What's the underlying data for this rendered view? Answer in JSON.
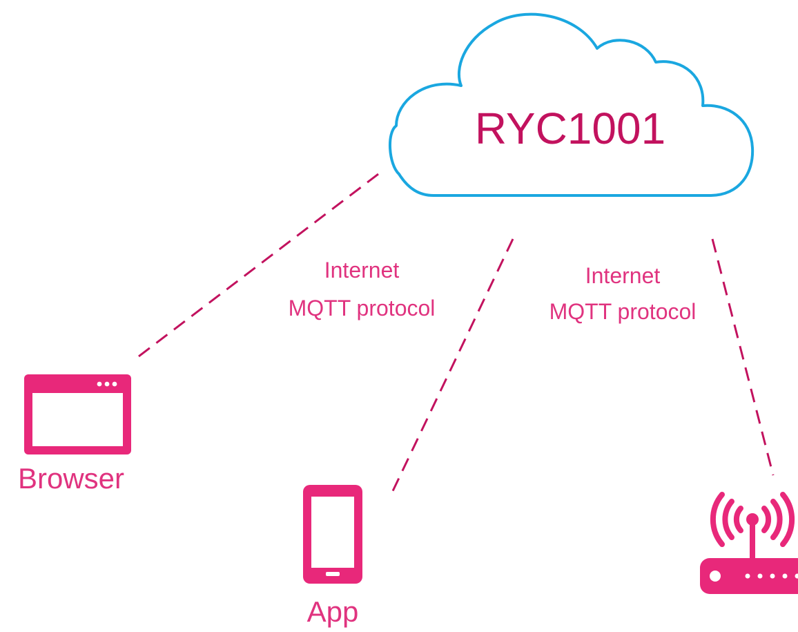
{
  "colors": {
    "cloud_stroke": "#1aa7e0",
    "magenta_dark": "#c2125e",
    "magenta": "#e8287a",
    "label_pink": "#e0337f"
  },
  "cloud": {
    "title": "RYC1001",
    "icon": "cloud-icon"
  },
  "connections": [
    {
      "label_line1": "Internet",
      "label_line2": "MQTT protocol"
    },
    {
      "label_line1": "Internet",
      "label_line2": "MQTT protocol"
    }
  ],
  "devices": {
    "browser": {
      "label": "Browser",
      "icon": "browser-window-icon"
    },
    "app": {
      "label": "App",
      "icon": "smartphone-icon"
    },
    "router": {
      "label": "",
      "icon": "wireless-router-icon"
    }
  }
}
